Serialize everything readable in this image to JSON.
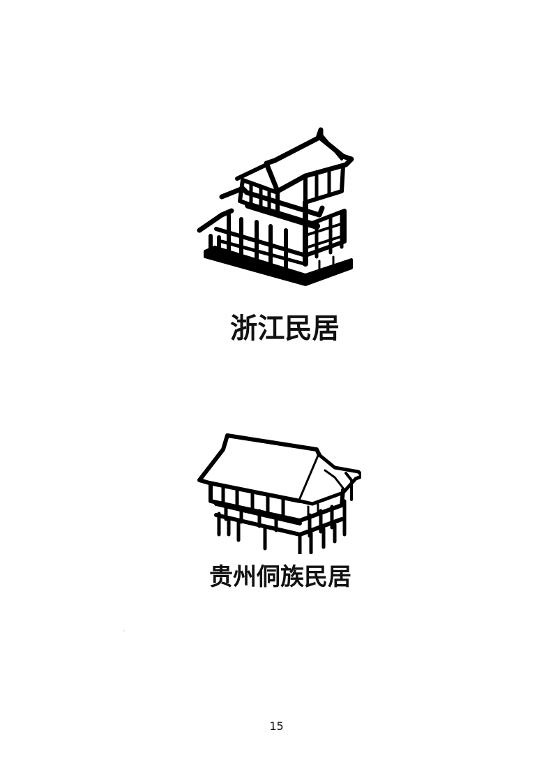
{
  "page": {
    "figures": [
      {
        "illustration": "zhejiang-house-drawing",
        "caption": "浙江民居"
      },
      {
        "illustration": "guizhou-dong-house-drawing",
        "caption": "贵州侗族民居"
      }
    ],
    "page_number": "15"
  },
  "colors": {
    "ink": "#000000",
    "paper": "#ffffff"
  }
}
